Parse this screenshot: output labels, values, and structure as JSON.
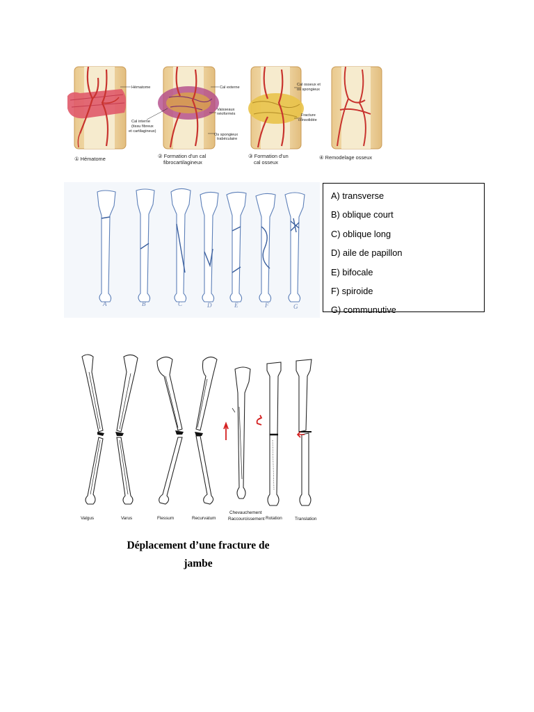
{
  "healing_figure": {
    "labels": {
      "hematome": "Hématome",
      "cal_interne": "Cal interne",
      "cal_interne_detail_1": "(tissu fibreux",
      "cal_interne_detail_2": "et cartilagineux)",
      "cal_externe": "Cal externe",
      "vaisseaux_1": "Vaisseaux",
      "vaisseaux_2": "néoformés",
      "os_spongieux_1": "Os spongieux",
      "os_spongieux_2": "trabéculaire",
      "cal_osseux_1": "Cal osseux et",
      "cal_osseux_2": "os spongieux",
      "fracture_1": "Fracture",
      "fracture_2": "consolidée"
    },
    "stages": [
      {
        "line1": "① Hématome",
        "line2": ""
      },
      {
        "line1": "② Formation d'un cal",
        "line2": "fibrocartilagineux"
      },
      {
        "line1": "③ Formation d'un",
        "line2": "cal osseux"
      },
      {
        "line1": "④ Remodelage osseux",
        "line2": ""
      }
    ]
  },
  "fracture_types": {
    "letters": [
      "A",
      "B",
      "C",
      "D",
      "E",
      "F",
      "G"
    ],
    "legend": [
      "A) transverse",
      "B) oblique court",
      "C) oblique long",
      "D) aile de papillon",
      "E) bifocale",
      "F) spiroide",
      "G) communutive"
    ]
  },
  "displacement_figure": {
    "labels": [
      "Valgus",
      "Varus",
      "Flessum",
      "Recurvatum",
      "Chevauchement",
      "Raccourcissement",
      "Rotation",
      "Translation"
    ],
    "caption_line1": "Déplacement d’une fracture de",
    "caption_line2": "jambe",
    "accent_color": "#d42020"
  }
}
